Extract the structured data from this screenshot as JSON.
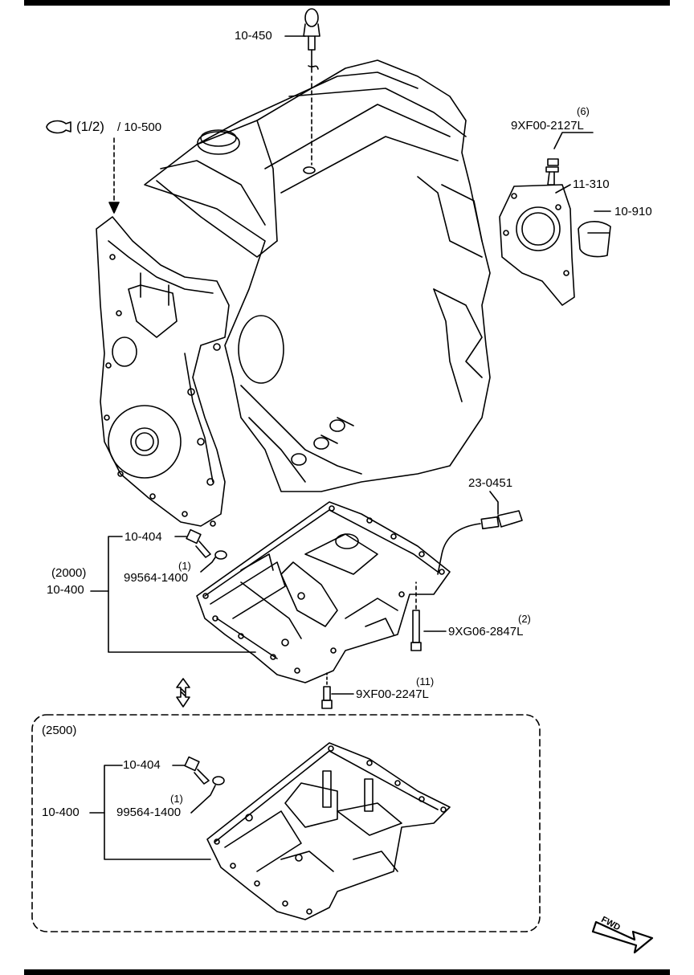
{
  "labels": {
    "dipstick": "10-450",
    "ref_page": "(1/2)",
    "ref_part": "/ 10-500",
    "rear_bolt_qty": "(6)",
    "rear_bolt": "9XF00-2127L",
    "rear_seal_cover": "11-310",
    "oil_seal": "10-910",
    "level_sensor": "23-0451",
    "drain_plug_2000": "10-404",
    "gasket_qty_2000": "(1)",
    "gasket_2000": "99564-1400",
    "variant_2000": "(2000)",
    "oil_pan_2000": "10-400",
    "stud_qty": "(2)",
    "stud_bolt": "9XG06-2847L",
    "pan_bolt_qty": "(11)",
    "pan_bolt": "9XF00-2247L",
    "variant_2500": "(2500)",
    "drain_plug_2500": "10-404",
    "gasket_qty_2500": "(1)",
    "gasket_2500": "99564-1400",
    "oil_pan_2500": "10-400",
    "fwd": "FWD"
  }
}
